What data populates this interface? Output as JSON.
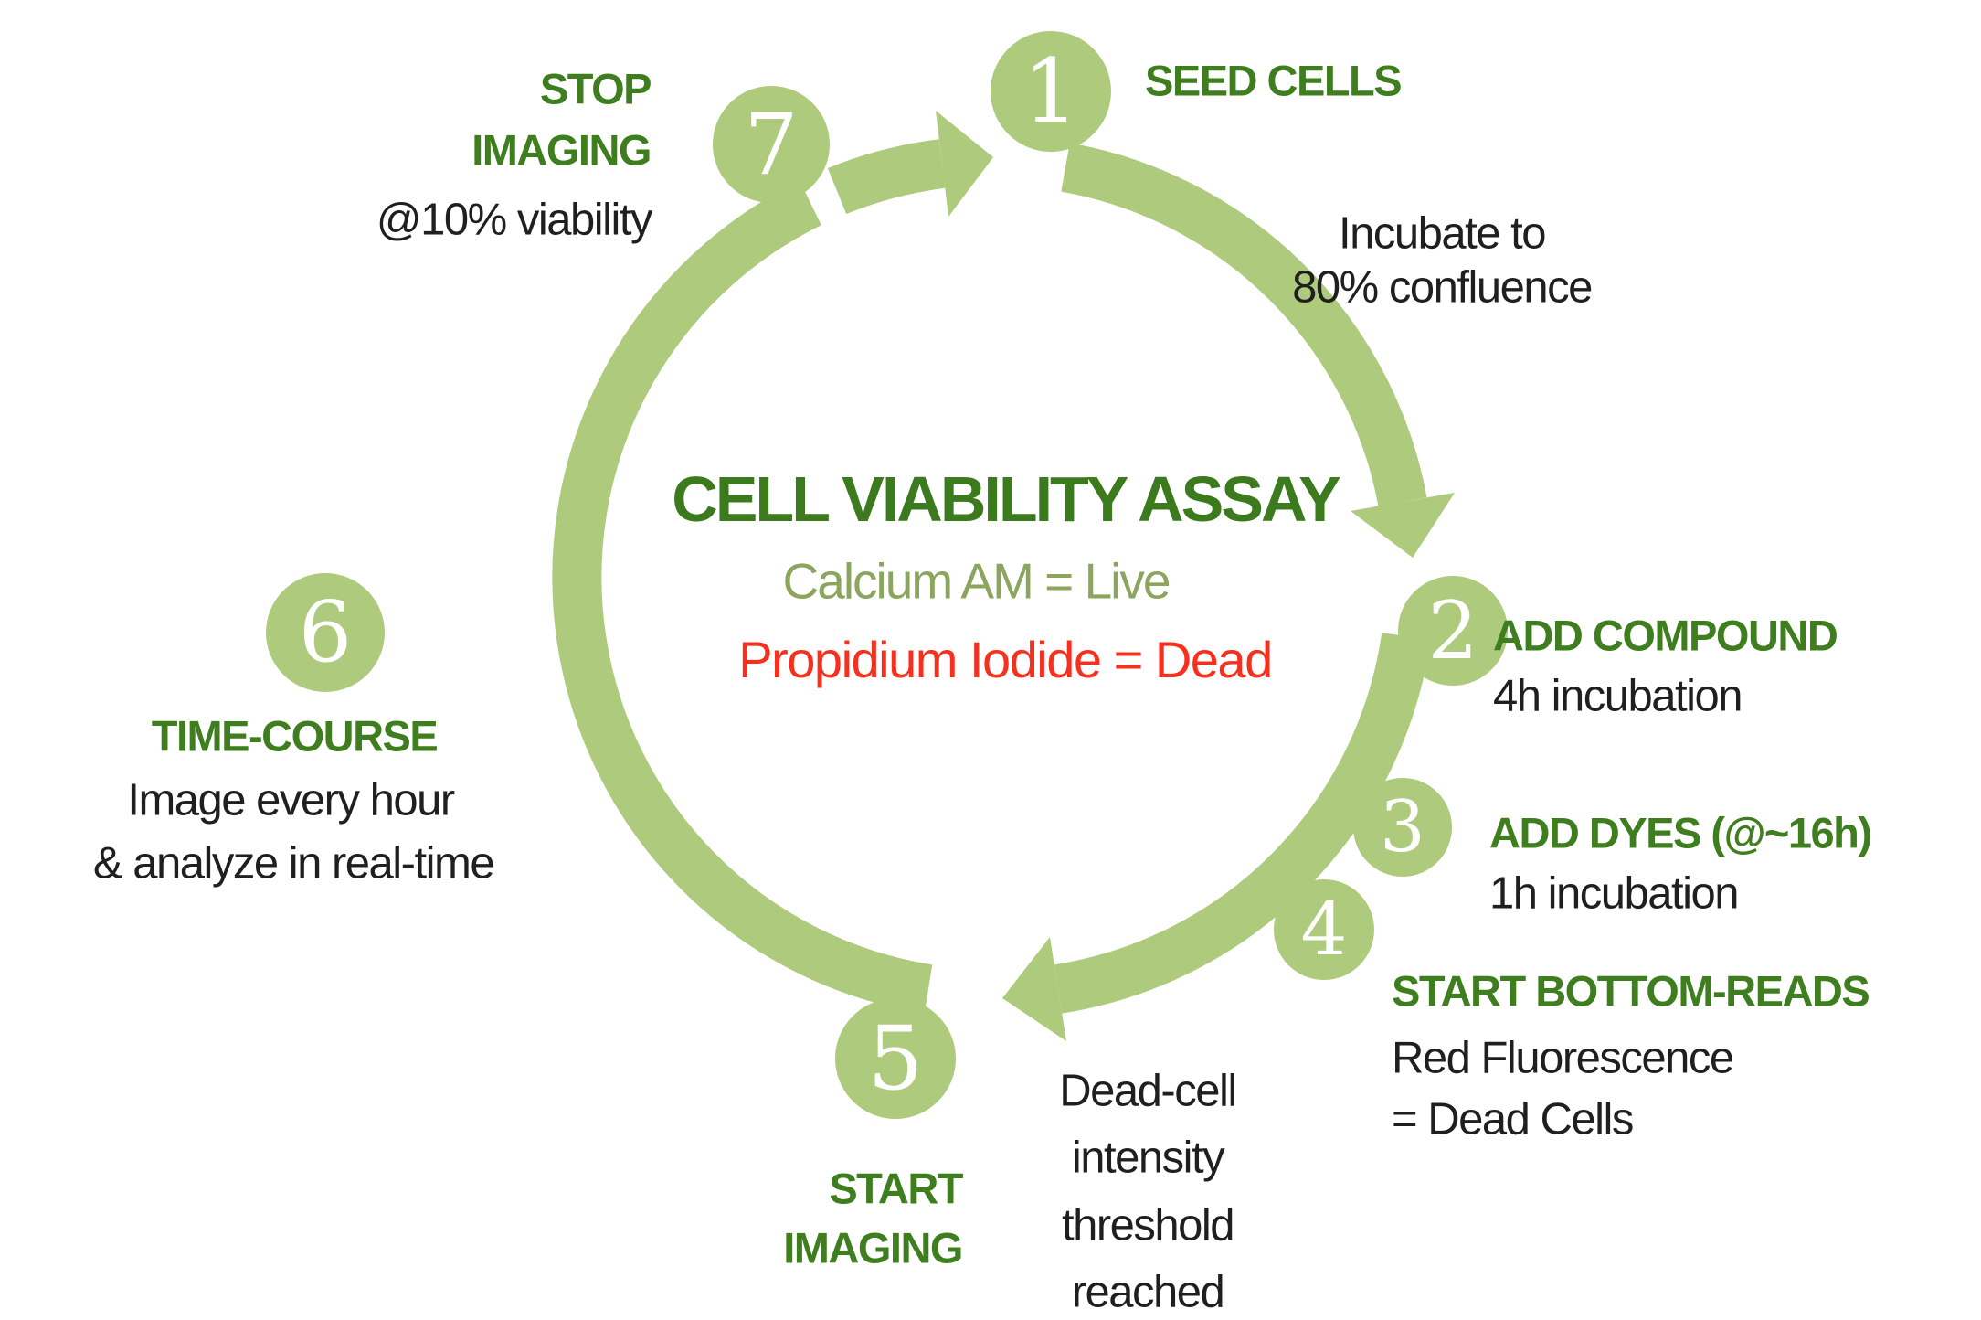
{
  "title": {
    "main": "CELL VIABILITY ASSAY",
    "legend_live": "Calcium AM = Live",
    "legend_dead": "Propidium Iodide = Dead"
  },
  "colors": {
    "band_green": "#aeca7d",
    "heading_green": "#3e7e1e",
    "title_green": "#3c7a1e",
    "legend_live_green": "#8ba55e",
    "legend_dead_red": "#f5301e",
    "text_black": "#1f1f1f",
    "number_white": "#ffffff",
    "background": "#ffffff"
  },
  "steps": [
    {
      "number": "1",
      "label": "SEED CELLS",
      "note_line1": "Incubate to",
      "note_line2": "80% confluence"
    },
    {
      "number": "2",
      "label": "ADD COMPOUND",
      "note_line1": "4h incubation"
    },
    {
      "number": "3",
      "label": "ADD DYES (@~16h)",
      "note_line1": "1h incubation"
    },
    {
      "number": "4",
      "label": "START BOTTOM-READS",
      "note_line1": "Red Fluorescence",
      "note_line2": "= Dead Cells"
    },
    {
      "number": "5",
      "label_line1": "START",
      "label_line2": "IMAGING",
      "note_line1": "Dead-cell",
      "note_line2": "intensity",
      "note_line3": "threshold",
      "note_line4": "reached"
    },
    {
      "number": "6",
      "label": "TIME-COURSE",
      "note_line1": "Image every hour",
      "note_line2": "& analyze in real-time"
    },
    {
      "number": "7",
      "label_line1": "STOP",
      "label_line2": "IMAGING",
      "note_line1": "@10% viability"
    }
  ]
}
